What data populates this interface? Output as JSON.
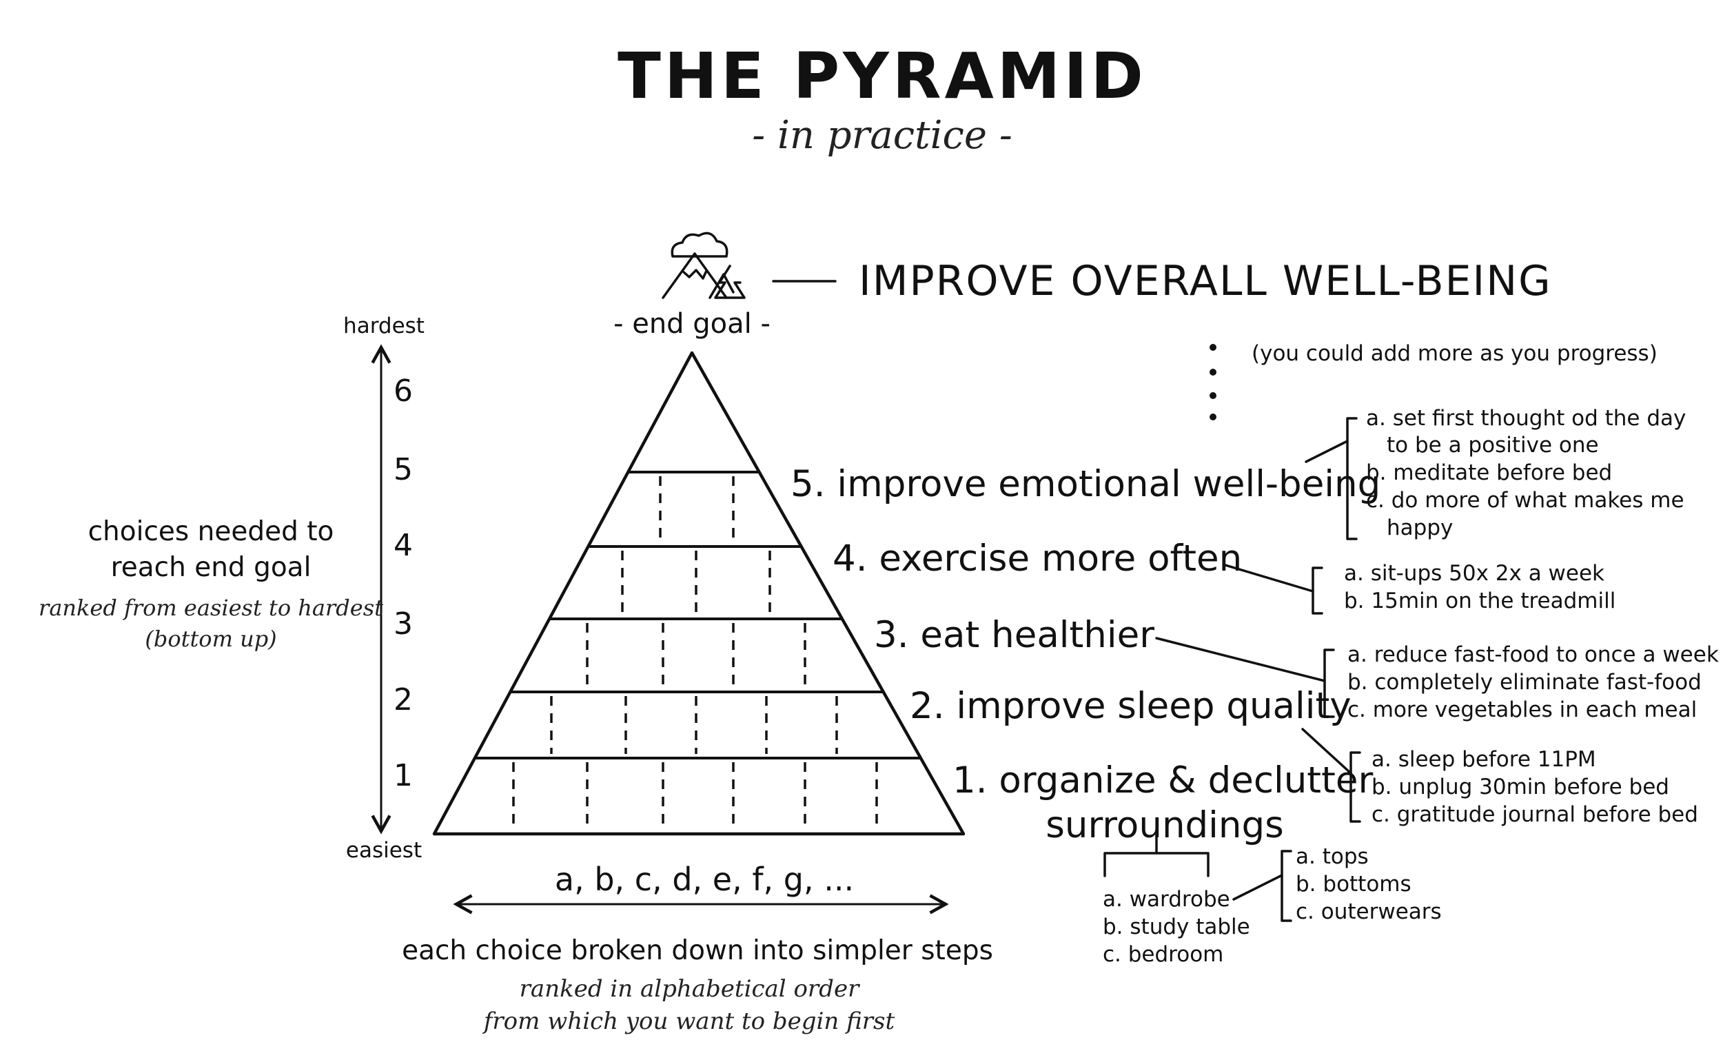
{
  "title": "THE PYRAMID",
  "subtitle": "- in practice -",
  "goal": {
    "label": "IMPROVE OVERALL WELL-BEING",
    "caption": "- end goal -",
    "icon": "mountain-icon"
  },
  "axis": {
    "top": "hardest",
    "bottom": "easiest",
    "levels": [
      "1",
      "2",
      "3",
      "4",
      "5",
      "6"
    ],
    "description": {
      "line1": "choices needed to",
      "line2": "reach end goal",
      "note1": "ranked from easiest to hardest",
      "note2": "(bottom up)"
    }
  },
  "more_note": "(you could add more as you progress)",
  "choices": [
    {
      "label": "1. organize & declutter",
      "label2": "surroundings",
      "steps": [
        "a. wardrobe",
        "b. study table",
        "c. bedroom"
      ],
      "substeps": [
        "a. tops",
        "b. bottoms",
        "c. outerwears"
      ]
    },
    {
      "label": "2. improve sleep quality",
      "steps": [
        "a. sleep before 11PM",
        "b. unplug 30min before bed",
        "c. gratitude journal before bed"
      ]
    },
    {
      "label": "3. eat healthier",
      "steps": [
        "a. reduce fast-food to once a week",
        "b. completely eliminate fast-food",
        "c. more vegetables in each meal"
      ]
    },
    {
      "label": "4. exercise more often",
      "steps": [
        "a. sit-ups 50x 2x a week",
        "b. 15min on the treadmill"
      ]
    },
    {
      "label": "5. improve emotional well-being",
      "steps": [
        "a. set first thought od the day",
        "to be a positive one",
        "b. meditate before bed",
        "c. do more of what makes me",
        "happy"
      ]
    }
  ],
  "steps_axis": {
    "label": "a, b, c, d, e, f, g, ...",
    "caption": "each choice broken down into simpler steps",
    "note1": "ranked in alphabetical order",
    "note2": "from which you want to begin first"
  },
  "colors": {
    "ink": "#111111",
    "background": "#ffffff"
  }
}
